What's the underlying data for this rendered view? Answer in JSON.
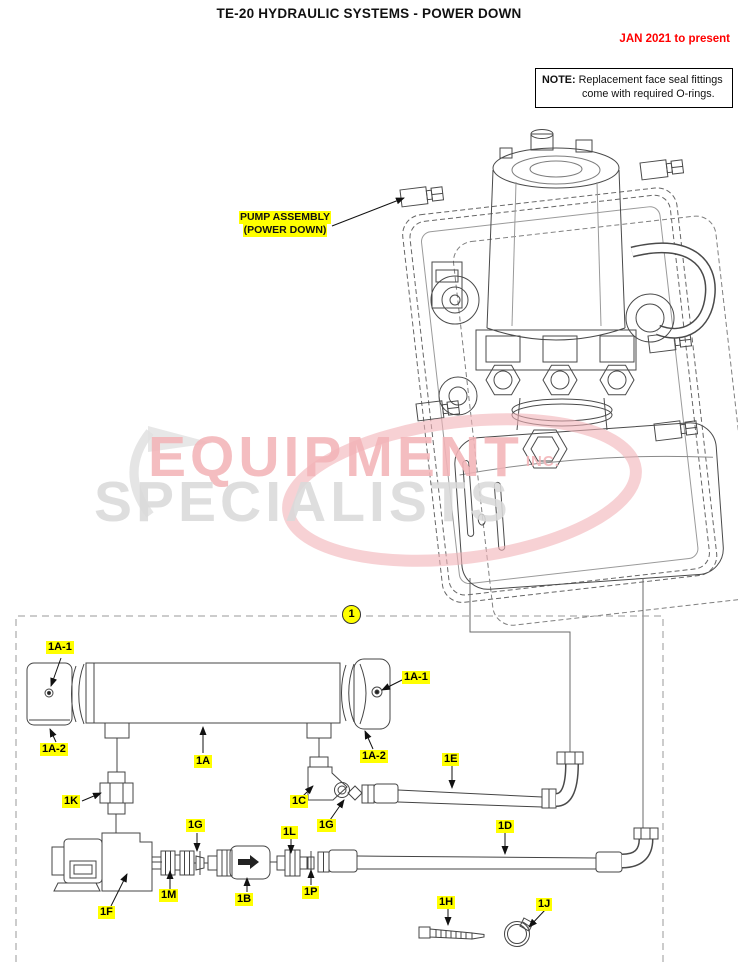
{
  "header": {
    "title": "TE-20 HYDRAULIC SYSTEMS - POWER DOWN",
    "date_range": "JAN 2021 to present",
    "note_label": "NOTE:",
    "note_line1": "Replacement face seal fittings",
    "note_line2": "come with required O-rings."
  },
  "pump_callout": {
    "line1": "PUMP ASSEMBLY",
    "line2": "(POWER DOWN)"
  },
  "assembly_ref": "1",
  "part_labels": {
    "a1_left": "1A-1",
    "a2_left": "1A-2",
    "a": "1A",
    "a1_right": "1A-1",
    "a2_right": "1A-2",
    "b": "1B",
    "c": "1C",
    "d": "1D",
    "e": "1E",
    "f": "1F",
    "g_left": "1G",
    "g_right": "1G",
    "h": "1H",
    "j": "1J",
    "k": "1K",
    "l": "1L",
    "m": "1M",
    "p": "1P"
  },
  "watermark": {
    "line1": "EQUIPMENT",
    "suffix": "INC.",
    "line2": "SPECIALISTS"
  },
  "colors": {
    "highlight_yellow": "#ffff00",
    "date_red": "#ff0000",
    "watermark_pink": "#f3b4b8",
    "watermark_gray": "#dadada",
    "line_art": "#4a4a4a"
  }
}
